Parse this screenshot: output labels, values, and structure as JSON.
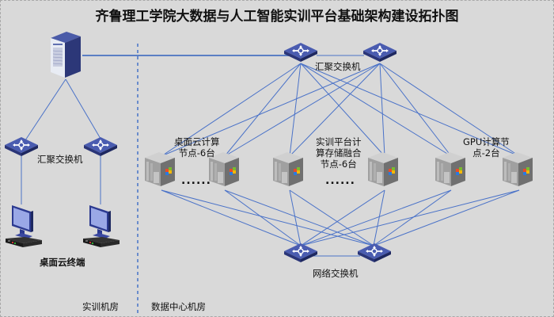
{
  "title": "齐鲁理工学院大数据与人工智能实训平台基础架构建设拓扑图",
  "colors": {
    "background": "#d9d9d9",
    "link": "#4a72c8",
    "divider": "#6a8ccc",
    "switch": "#3b4d9a",
    "server_gray": "#8c8c8c"
  },
  "devices": {
    "top_server": {
      "icon": "rack-server-icon"
    },
    "core_switches": {
      "label": "汇聚交换机",
      "icon": "switch-icon"
    },
    "left_switches": {
      "label": "汇聚交换机",
      "icon": "switch-icon"
    },
    "terminals": {
      "label": "桌面云终端",
      "icon": "monitor-terminal-icon"
    },
    "desktop_cloud_nodes": {
      "label_line1": "桌面云计算",
      "label_line2": "节点-6台",
      "ellipsis": "......"
    },
    "training_nodes": {
      "label_line1": "实训平台计",
      "label_line2": "算存储融合",
      "label_line3": "节点-6台",
      "ellipsis": "......"
    },
    "gpu_nodes": {
      "label_line1": "GPU计算节",
      "label_line2": "点-2台"
    },
    "network_switches": {
      "label": "网络交换机",
      "icon": "switch-icon"
    }
  },
  "zones": {
    "left": "实训机房",
    "right": "数据中心机房"
  }
}
